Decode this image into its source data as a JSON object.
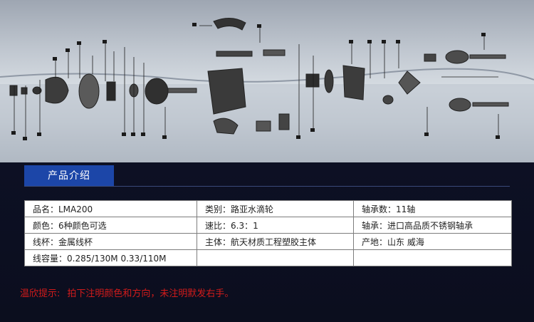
{
  "section": {
    "title": "产品介绍"
  },
  "specs": {
    "rows": [
      [
        "品名：LMA200",
        "类别：路亚水滴轮",
        "轴承数：11轴"
      ],
      [
        "颜色：6种颜色可选",
        "速比：6.3：1",
        "轴承：进口高品质不锈钢轴承"
      ],
      [
        "线杯：金属线杯",
        "主体：航天材质工程塑胶主体",
        "产地：山东 威海"
      ],
      [
        "线容量：0.285/130M  0.33/110M",
        "",
        ""
      ]
    ]
  },
  "notice": {
    "label": "温欣提示:",
    "text": "拍下注明颜色和方向，未注明默发右手。"
  },
  "colors": {
    "title_bg": "#1c46a8",
    "notice": "#d21b1b",
    "background": "#0c0f20"
  }
}
